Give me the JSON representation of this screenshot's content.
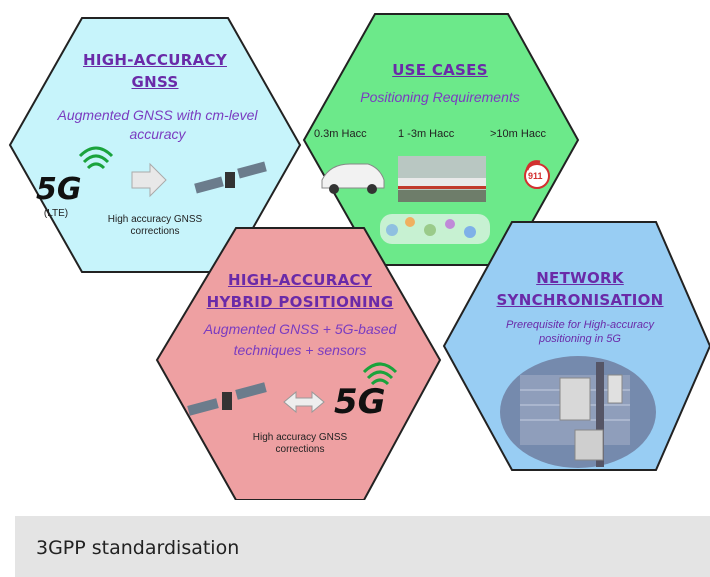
{
  "hex_gnss": {
    "title_line1": "HIGH-ACCURACY",
    "title_line2": "GNSS",
    "subtitle": "Augmented GNSS with cm-level accuracy",
    "logo_main": "5G",
    "logo_sub": "(LTE)",
    "note": "High accuracy GNSS corrections",
    "fill": "#c7f4fb"
  },
  "hex_use_cases": {
    "title": "USE CASES",
    "subtitle": "Positioning Requirements",
    "req_1": "0.3m Hacc",
    "req_2": "1 -3m Hacc",
    "req_3": ">10m Hacc",
    "emergency_label": "911",
    "fill": "#6ce98a"
  },
  "hex_hybrid": {
    "title_line1": "HIGH-ACCURACY",
    "title_line2": "HYBRID POSITIONING",
    "subtitle_line1": "Augmented GNSS + 5G-based",
    "subtitle_line2": "techniques + sensors",
    "logo_main": "5G",
    "note": "High accuracy GNSS corrections",
    "fill": "#eea0a2"
  },
  "hex_network": {
    "title_line1": "NETWORK",
    "title_line2": "SYNCHRONISATION",
    "subtitle": "Prerequisite for High-accuracy positioning in 5G",
    "fill": "#98cdf3"
  },
  "caption": {
    "text": "3GPP standardisation"
  }
}
